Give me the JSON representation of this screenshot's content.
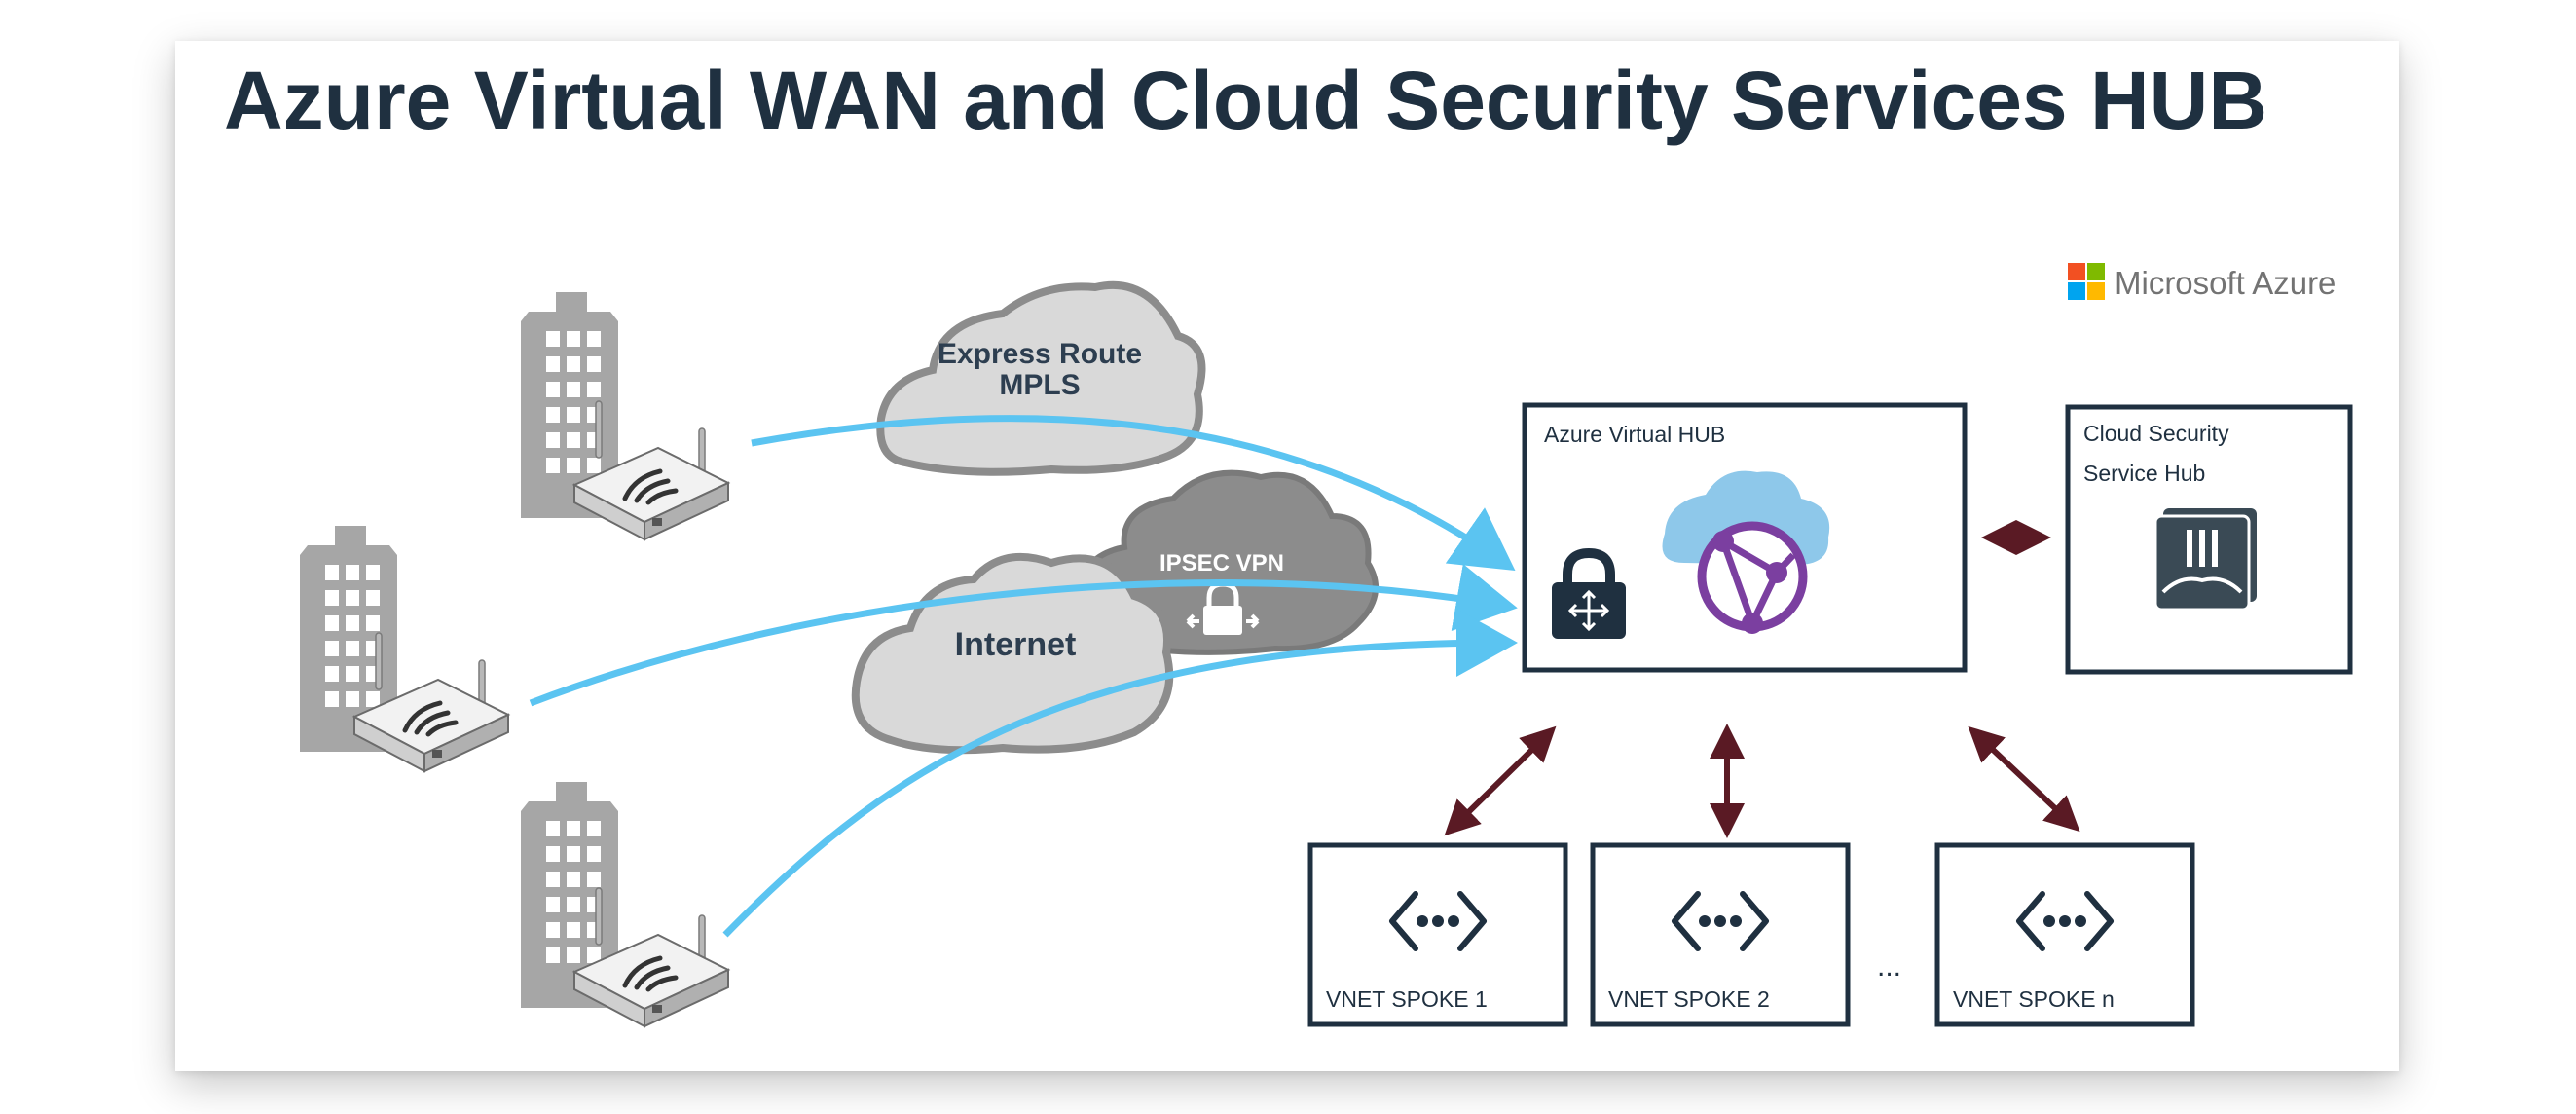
{
  "title": "Azure Virtual WAN and Cloud Security Services HUB",
  "brand": {
    "name": "Microsoft Azure",
    "logo_colors": [
      "#F25022",
      "#7FBA00",
      "#00A4EF",
      "#FFB900"
    ]
  },
  "clouds": {
    "express_route_line1": "Express Route",
    "express_route_line2": "MPLS",
    "ipsec_vpn": "IPSEC VPN",
    "internet": "Internet"
  },
  "hub": {
    "label": "Azure Virtual HUB"
  },
  "security_hub": {
    "label_line1": "Cloud Security",
    "label_line2": "Service Hub"
  },
  "spokes": [
    {
      "label": "VNET SPOKE 1"
    },
    {
      "label": "VNET SPOKE 2"
    },
    {
      "label": "VNET SPOKE n"
    }
  ],
  "ellipsis": "...",
  "colors": {
    "title": "#1f3040",
    "box_border": "#1f3040",
    "link_arrow": "#5a1a24",
    "connection": "#5bc4f1",
    "building": "#a6a6a6",
    "cloud_light": "#d9d9d9",
    "cloud_dark": "#8c8c8c",
    "azure_purple": "#7b3fa0",
    "azure_cloud": "#8ec8ea"
  }
}
